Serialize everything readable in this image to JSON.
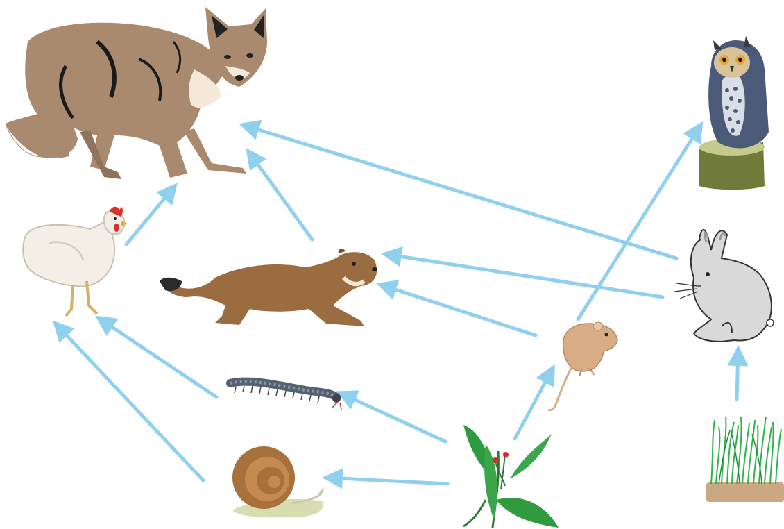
{
  "diagram": {
    "organisms": [
      {
        "id": "fox",
        "icon": "fox-icon"
      },
      {
        "id": "owl",
        "icon": "owl-icon"
      },
      {
        "id": "hen",
        "icon": "hen-icon"
      },
      {
        "id": "weasel",
        "icon": "weasel-icon"
      },
      {
        "id": "rabbit",
        "icon": "rabbit-icon"
      },
      {
        "id": "mouse",
        "icon": "mouse-icon"
      },
      {
        "id": "centipede",
        "icon": "centipede-icon"
      },
      {
        "id": "snail",
        "icon": "snail-icon"
      },
      {
        "id": "plant",
        "icon": "flowering-plant-icon"
      },
      {
        "id": "grass",
        "icon": "grass-icon"
      }
    ],
    "feeding_links": [
      {
        "from": "hen",
        "to": "fox"
      },
      {
        "from": "weasel",
        "to": "fox"
      },
      {
        "from": "rabbit",
        "to": "fox"
      },
      {
        "from": "mouse",
        "to": "owl"
      },
      {
        "from": "rabbit",
        "to": "weasel"
      },
      {
        "from": "mouse",
        "to": "weasel"
      },
      {
        "from": "centipede",
        "to": "hen"
      },
      {
        "from": "snail",
        "to": "hen"
      },
      {
        "from": "plant",
        "to": "centipede"
      },
      {
        "from": "plant",
        "to": "snail"
      },
      {
        "from": "plant",
        "to": "mouse"
      },
      {
        "from": "grass",
        "to": "rabbit"
      }
    ],
    "colors": {
      "arrow": "#8fd0ee",
      "fox": "#a98a6e",
      "owl": "#4a5a78",
      "hen": "#f3efe6",
      "weasel": "#9a6c40",
      "rabbit": "#d9d9d9",
      "mouse": "#d8ad86",
      "plant": "#2f9a3e",
      "grass": "#2fb34a",
      "soil": "#c9a882"
    }
  }
}
